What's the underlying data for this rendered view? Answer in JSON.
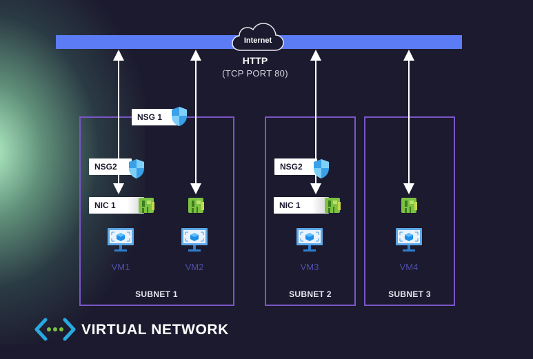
{
  "internet": {
    "cloud_label": "Internet",
    "protocol": "HTTP",
    "port_label": "(TCP PORT 80)"
  },
  "subnets": [
    {
      "label": "SUBNET 1"
    },
    {
      "label": "SUBNET 2"
    },
    {
      "label": "SUBNET 3"
    }
  ],
  "nsg": [
    {
      "label": "NSG 1"
    },
    {
      "label": "NSG2"
    },
    {
      "label": "NSG2"
    }
  ],
  "nics": [
    {
      "label": "NIC 1"
    },
    {
      "label": "NIC 1"
    }
  ],
  "vms": [
    {
      "label": "VM1"
    },
    {
      "label": "VM2"
    },
    {
      "label": "VM3"
    },
    {
      "label": "VM4"
    }
  ],
  "brand": {
    "label": "VIRTUAL NETWORK",
    "icon": "virtual-network-icon"
  },
  "colors": {
    "background": "#1c1a2e",
    "internet_bar": "#5b7cf5",
    "subnet_border": "#7b55c8",
    "vm_label": "#4e4fa8",
    "nic_green": "#7cc242",
    "shield_blue": "#3aa0e8"
  }
}
